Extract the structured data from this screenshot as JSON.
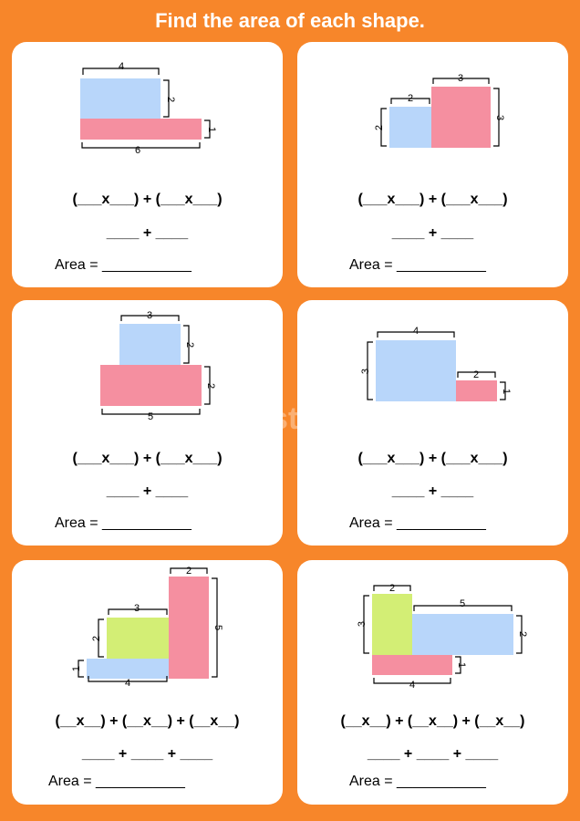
{
  "title": "Find the area of each shape.",
  "watermark": "dreamstime",
  "cards": [
    {
      "expression": "(___x___) + (___x___)",
      "sum": "____ + ____",
      "area": "Area = ___________",
      "labels": [
        "4",
        "2",
        "1",
        "6"
      ]
    },
    {
      "expression": "(___x___) + (___x___)",
      "sum": "____ + ____",
      "area": "Area = ___________",
      "labels": [
        "2",
        "2",
        "3",
        "3"
      ]
    },
    {
      "expression": "(___x___) + (___x___)",
      "sum": "____ + ____",
      "area": "Area = ___________",
      "labels": [
        "3",
        "2",
        "2",
        "5"
      ]
    },
    {
      "expression": "(___x___) + (___x___)",
      "sum": "____ + ____",
      "area": "Area = ___________",
      "labels": [
        "4",
        "3",
        "2",
        "1"
      ]
    },
    {
      "expression": "(__x__) + (__x__) + (__x__)",
      "sum": "____ + ____ + ____",
      "area": "Area = ___________",
      "labels": [
        "2",
        "5",
        "3",
        "2",
        "1",
        "4"
      ]
    },
    {
      "expression": "(__x__) + (__x__) + (__x__)",
      "sum": "____ + ____ + ____",
      "area": "Area = ___________",
      "labels": [
        "2",
        "3",
        "5",
        "2",
        "1",
        "4"
      ]
    }
  ]
}
